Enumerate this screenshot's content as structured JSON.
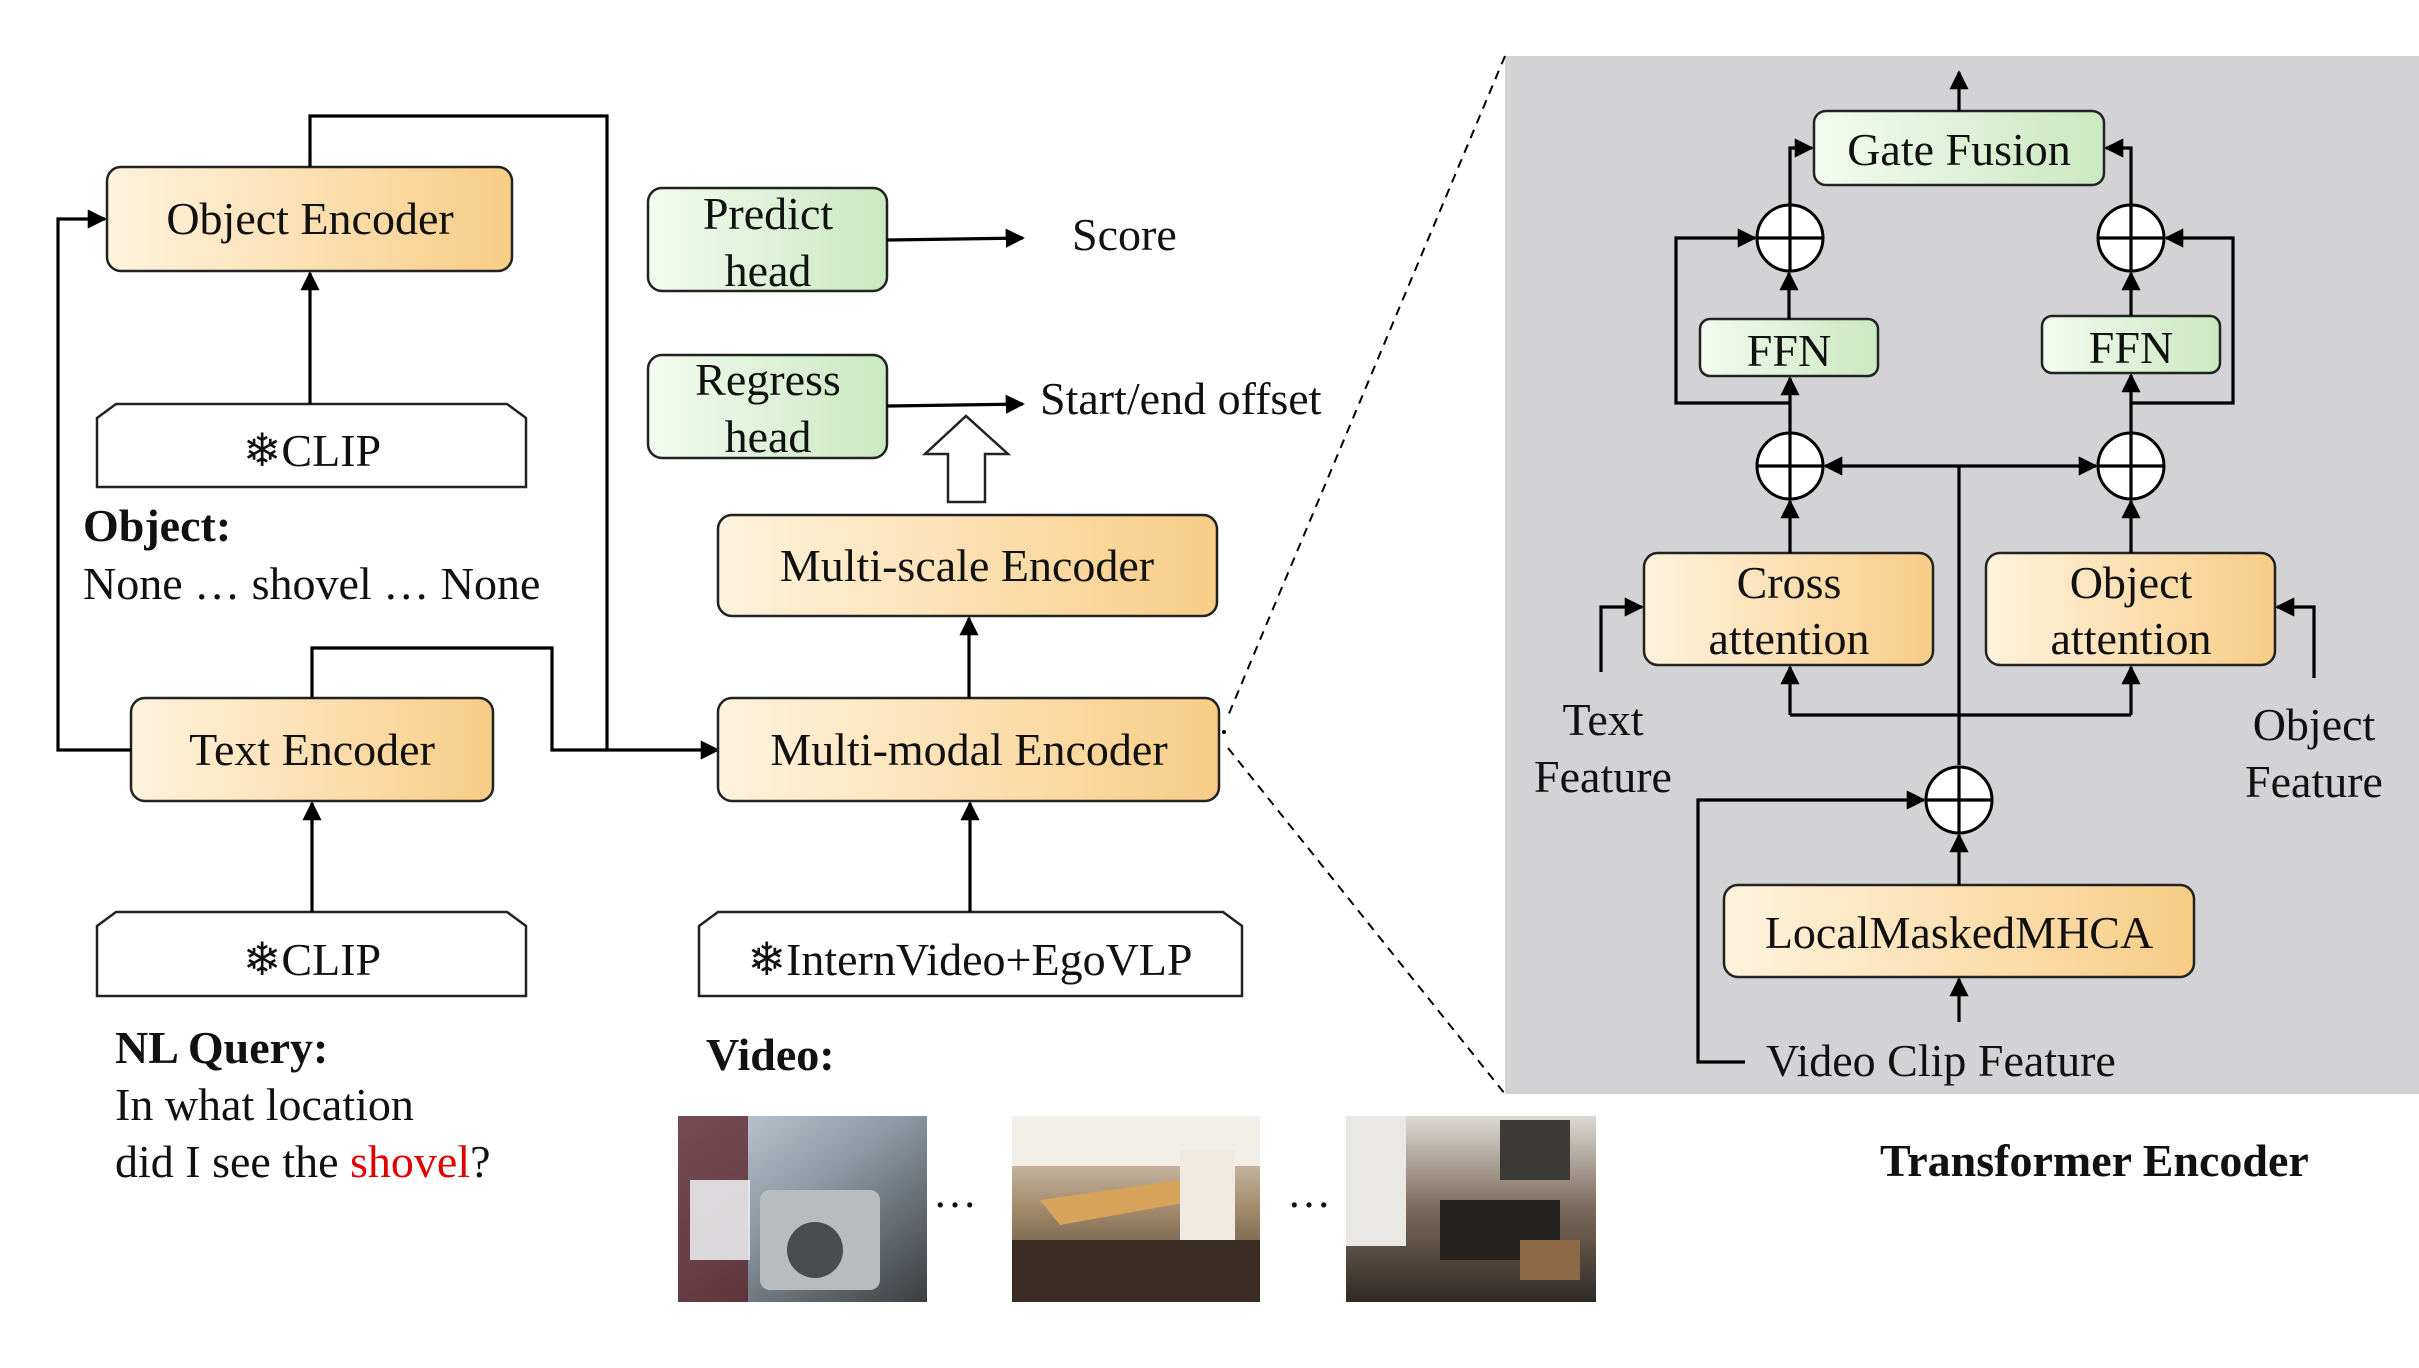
{
  "left": {
    "object_encoder": "Object Encoder",
    "clip_top": "❄CLIP",
    "object_title": "Object:",
    "object_list": "None … shovel … None",
    "text_encoder": "Text Encoder",
    "clip_bottom": "❄CLIP",
    "query_title": "NL Query:",
    "query_line1": "In what location",
    "query_line2_prefix": "did I see the ",
    "query_highlight": "shovel",
    "query_suffix": "?",
    "highlight_color": "#e00000"
  },
  "middle": {
    "predict_head_1": "Predict",
    "predict_head_2": "head",
    "score": "Score",
    "regress_head_1": "Regress",
    "regress_head_2": "head",
    "offset": "Start/end offset",
    "multiscale_encoder": "Multi-scale Encoder",
    "multimodal_encoder": "Multi-modal Encoder",
    "video_backbone": "❄InternVideo+EgoVLP",
    "video_title": "Video:",
    "ellipsis_1": "…",
    "ellipsis_2": "…"
  },
  "transformer": {
    "gate_fusion": "Gate Fusion",
    "ffn_left": "FFN",
    "ffn_right": "FFN",
    "cross_attention_1": "Cross",
    "cross_attention_2": "attention",
    "object_attention_1": "Object",
    "object_attention_2": "attention",
    "text_feature_1": "Text",
    "text_feature_2": "Feature",
    "object_feature_1": "Object",
    "object_feature_2": "Feature",
    "local_masked": "LocalMaskedMHCA",
    "video_clip_feature": "Video Clip Feature",
    "caption": "Transformer Encoder",
    "panel_bg": "#d3d2d5"
  },
  "colors": {
    "orange_light": "#fff3de",
    "orange_dark": "#f8cd86",
    "green_light": "#f4fbef",
    "green_dark": "#c9e9c0"
  }
}
